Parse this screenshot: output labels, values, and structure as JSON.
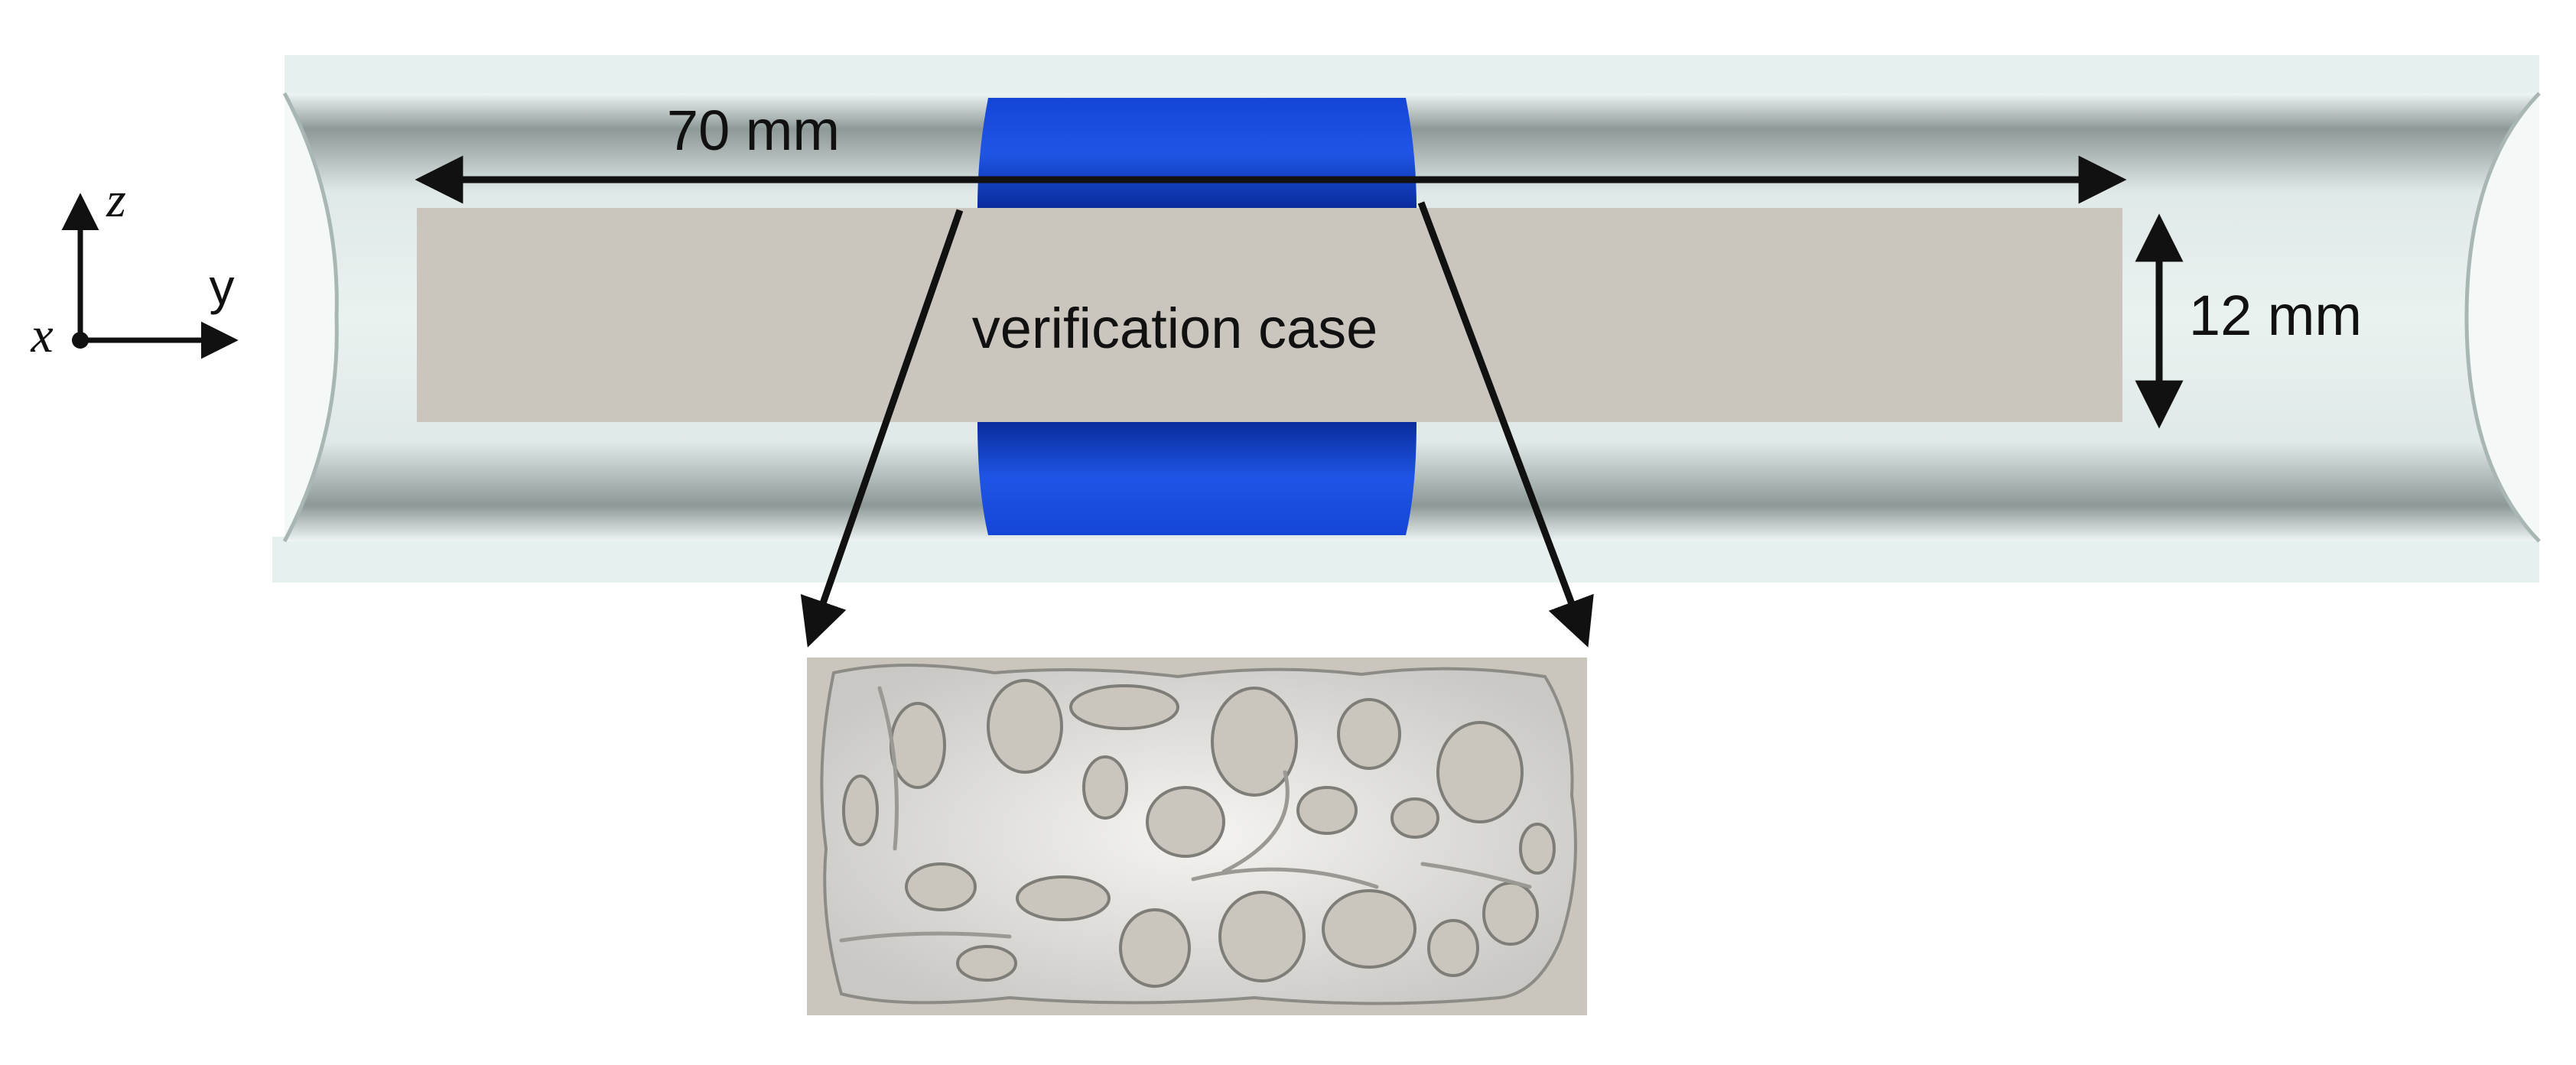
{
  "labels": {
    "length": "70 mm",
    "height": "12 mm",
    "case": "verification case"
  },
  "axes": {
    "z": "z",
    "y": "y",
    "x": "x"
  },
  "colors": {
    "tube_light": "#e3eeec",
    "tube_dark": "#8a9694",
    "specimen": "#cac6bd",
    "insert_blue": "#1a4fd8",
    "insert_dark": "#0a2a9a",
    "arrow": "#111111",
    "bone": "#f2f1ee",
    "bone_shade": "#8c8b86"
  },
  "icons": {
    "bone_sample": "porous-bone-microstructure-icon"
  }
}
